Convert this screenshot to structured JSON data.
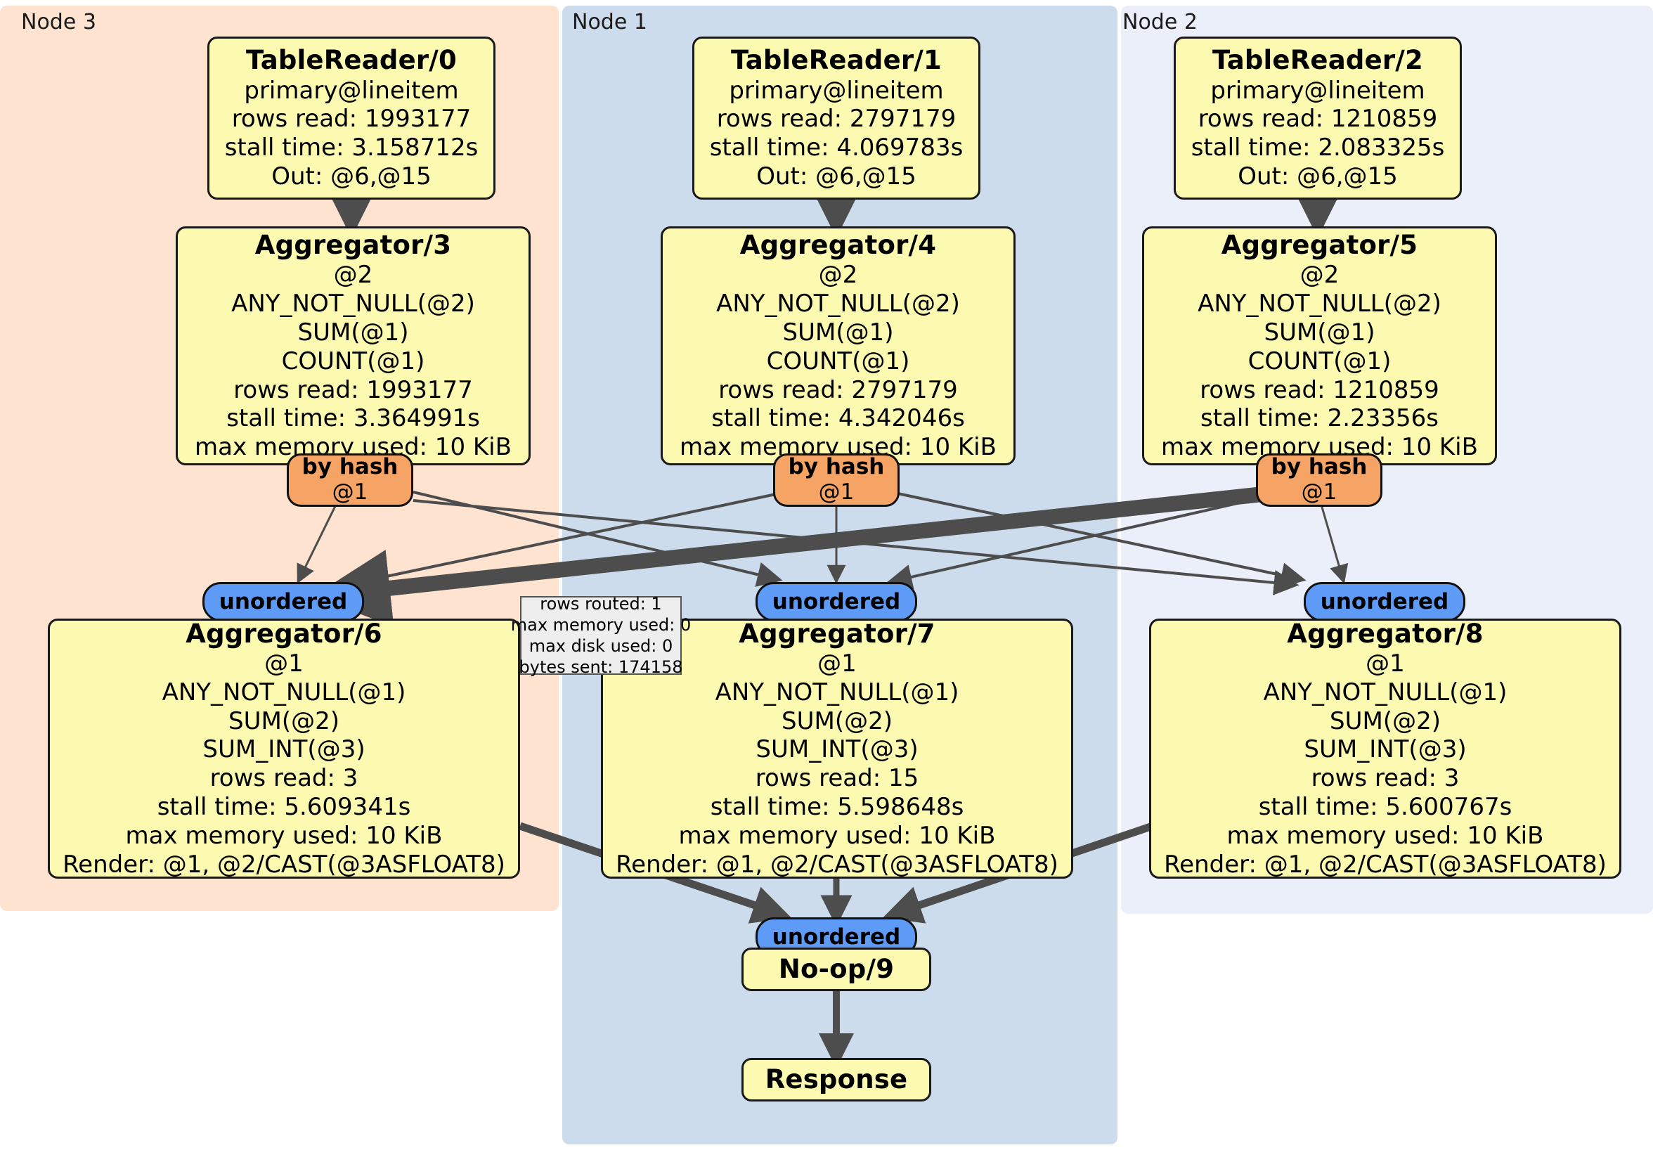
{
  "diagram": {
    "kind": "distributed-query-execution-plan",
    "clusters": [
      {
        "label": "Node 3",
        "color": "#fde3d0"
      },
      {
        "label": "Node 1",
        "color": "#cddcec"
      },
      {
        "label": "Node 2",
        "color": "#eaeffa"
      }
    ],
    "node_colors": {
      "processor": "#fcfab0",
      "router": "#f5a465",
      "synchronizer": "#5d9bf7",
      "stats_box": "#eeeeee",
      "edge": "#4d4d4d",
      "border": "#1a1a1a"
    },
    "processors": [
      {
        "id": "table-reader-0",
        "title": "TableReader/0",
        "lines": [
          "primary@lineitem",
          "rows read: 1993177",
          "stall time: 3.158712s",
          "Out: @6,@15"
        ]
      },
      {
        "id": "table-reader-1",
        "title": "TableReader/1",
        "lines": [
          "primary@lineitem",
          "rows read: 2797179",
          "stall time: 4.069783s",
          "Out: @6,@15"
        ]
      },
      {
        "id": "table-reader-2",
        "title": "TableReader/2",
        "lines": [
          "primary@lineitem",
          "rows read: 1210859",
          "stall time: 2.083325s",
          "Out: @6,@15"
        ]
      },
      {
        "id": "aggregator-3",
        "title": "Aggregator/3",
        "lines": [
          "@2",
          "ANY_NOT_NULL(@2)",
          "SUM(@1)",
          "COUNT(@1)",
          "rows read: 1993177",
          "stall time: 3.364991s",
          "max memory used: 10 KiB"
        ]
      },
      {
        "id": "aggregator-4",
        "title": "Aggregator/4",
        "lines": [
          "@2",
          "ANY_NOT_NULL(@2)",
          "SUM(@1)",
          "COUNT(@1)",
          "rows read: 2797179",
          "stall time: 4.342046s",
          "max memory used: 10 KiB"
        ]
      },
      {
        "id": "aggregator-5",
        "title": "Aggregator/5",
        "lines": [
          "@2",
          "ANY_NOT_NULL(@2)",
          "SUM(@1)",
          "COUNT(@1)",
          "rows read: 1210859",
          "stall time: 2.23356s",
          "max memory used: 10 KiB"
        ]
      },
      {
        "id": "aggregator-6",
        "title": "Aggregator/6",
        "lines": [
          "@1",
          "ANY_NOT_NULL(@1)",
          "SUM(@2)",
          "SUM_INT(@3)",
          "rows read: 3",
          "stall time: 5.609341s",
          "max memory used: 10 KiB",
          "Render: @1, @2/CAST(@3ASFLOAT8)"
        ]
      },
      {
        "id": "aggregator-7",
        "title": "Aggregator/7",
        "lines": [
          "@1",
          "ANY_NOT_NULL(@1)",
          "SUM(@2)",
          "SUM_INT(@3)",
          "rows read: 15",
          "stall time: 5.598648s",
          "max memory used: 10 KiB",
          "Render: @1, @2/CAST(@3ASFLOAT8)"
        ]
      },
      {
        "id": "aggregator-8",
        "title": "Aggregator/8",
        "lines": [
          "@1",
          "ANY_NOT_NULL(@1)",
          "SUM(@2)",
          "SUM_INT(@3)",
          "rows read: 3",
          "stall time: 5.600767s",
          "max memory used: 10 KiB",
          "Render: @1, @2/CAST(@3ASFLOAT8)"
        ]
      },
      {
        "id": "no-op-9",
        "title": "No-op/9",
        "lines": []
      },
      {
        "id": "response",
        "title": "Response",
        "lines": []
      }
    ],
    "routers": [
      {
        "id": "by-hash-left",
        "title": "by hash",
        "line": "@1"
      },
      {
        "id": "by-hash-center",
        "title": "by hash",
        "line": "@1"
      },
      {
        "id": "by-hash-right",
        "title": "by hash",
        "line": "@1"
      }
    ],
    "synchronizers": [
      {
        "id": "unordered-left",
        "label": "unordered"
      },
      {
        "id": "unordered-center",
        "label": "unordered"
      },
      {
        "id": "unordered-right",
        "label": "unordered"
      },
      {
        "id": "unordered-final",
        "label": "unordered"
      }
    ],
    "stats_box": {
      "id": "router-stats",
      "lines": [
        "rows routed: 1",
        "max memory used: 0",
        "max disk used: 0",
        "bytes sent: 174158"
      ]
    }
  }
}
